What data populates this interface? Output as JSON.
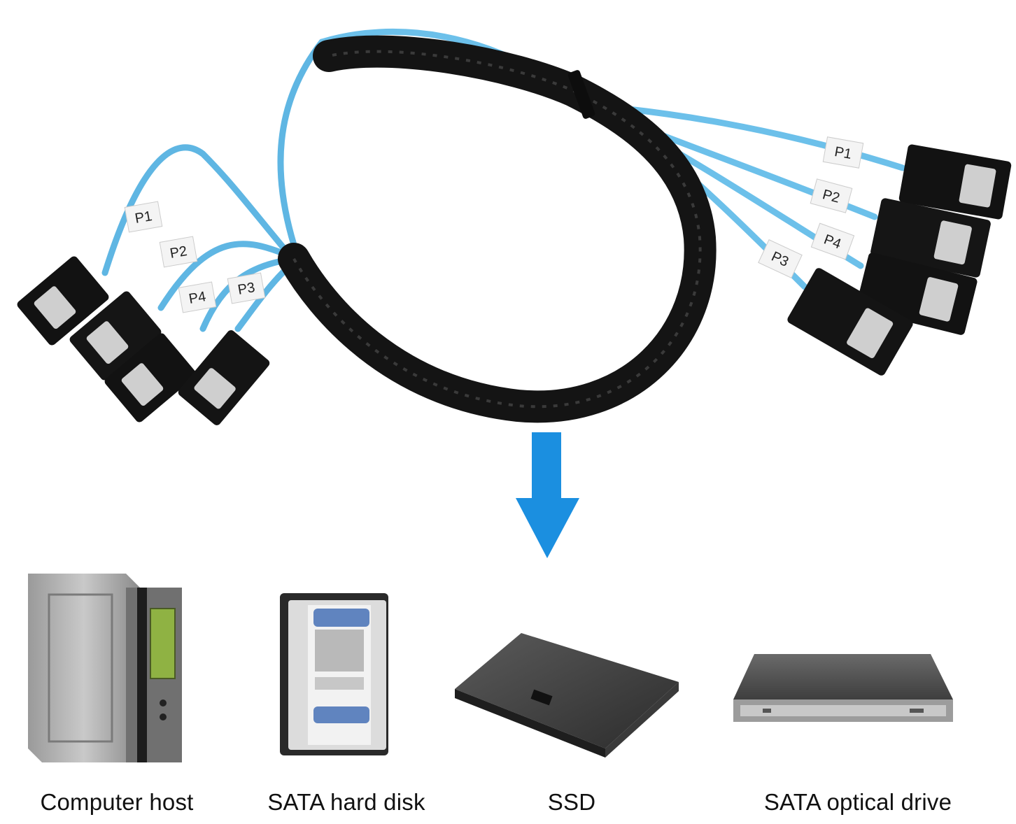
{
  "cable": {
    "port_tags_right": [
      "P1",
      "P2",
      "P4",
      "P3"
    ],
    "port_tags_left": [
      "P1",
      "P2",
      "P4",
      "P3"
    ],
    "cable_color": "#5fb6e3",
    "sleeve_color": "#141414"
  },
  "arrow_color": "#1b8fe0",
  "devices": [
    {
      "label": "Computer host",
      "icon": "computer-host-icon"
    },
    {
      "label": "SATA hard disk",
      "icon": "hard-disk-icon"
    },
    {
      "label": "SSD",
      "icon": "ssd-icon"
    },
    {
      "label": "SATA optical drive",
      "icon": "optical-drive-icon"
    }
  ]
}
